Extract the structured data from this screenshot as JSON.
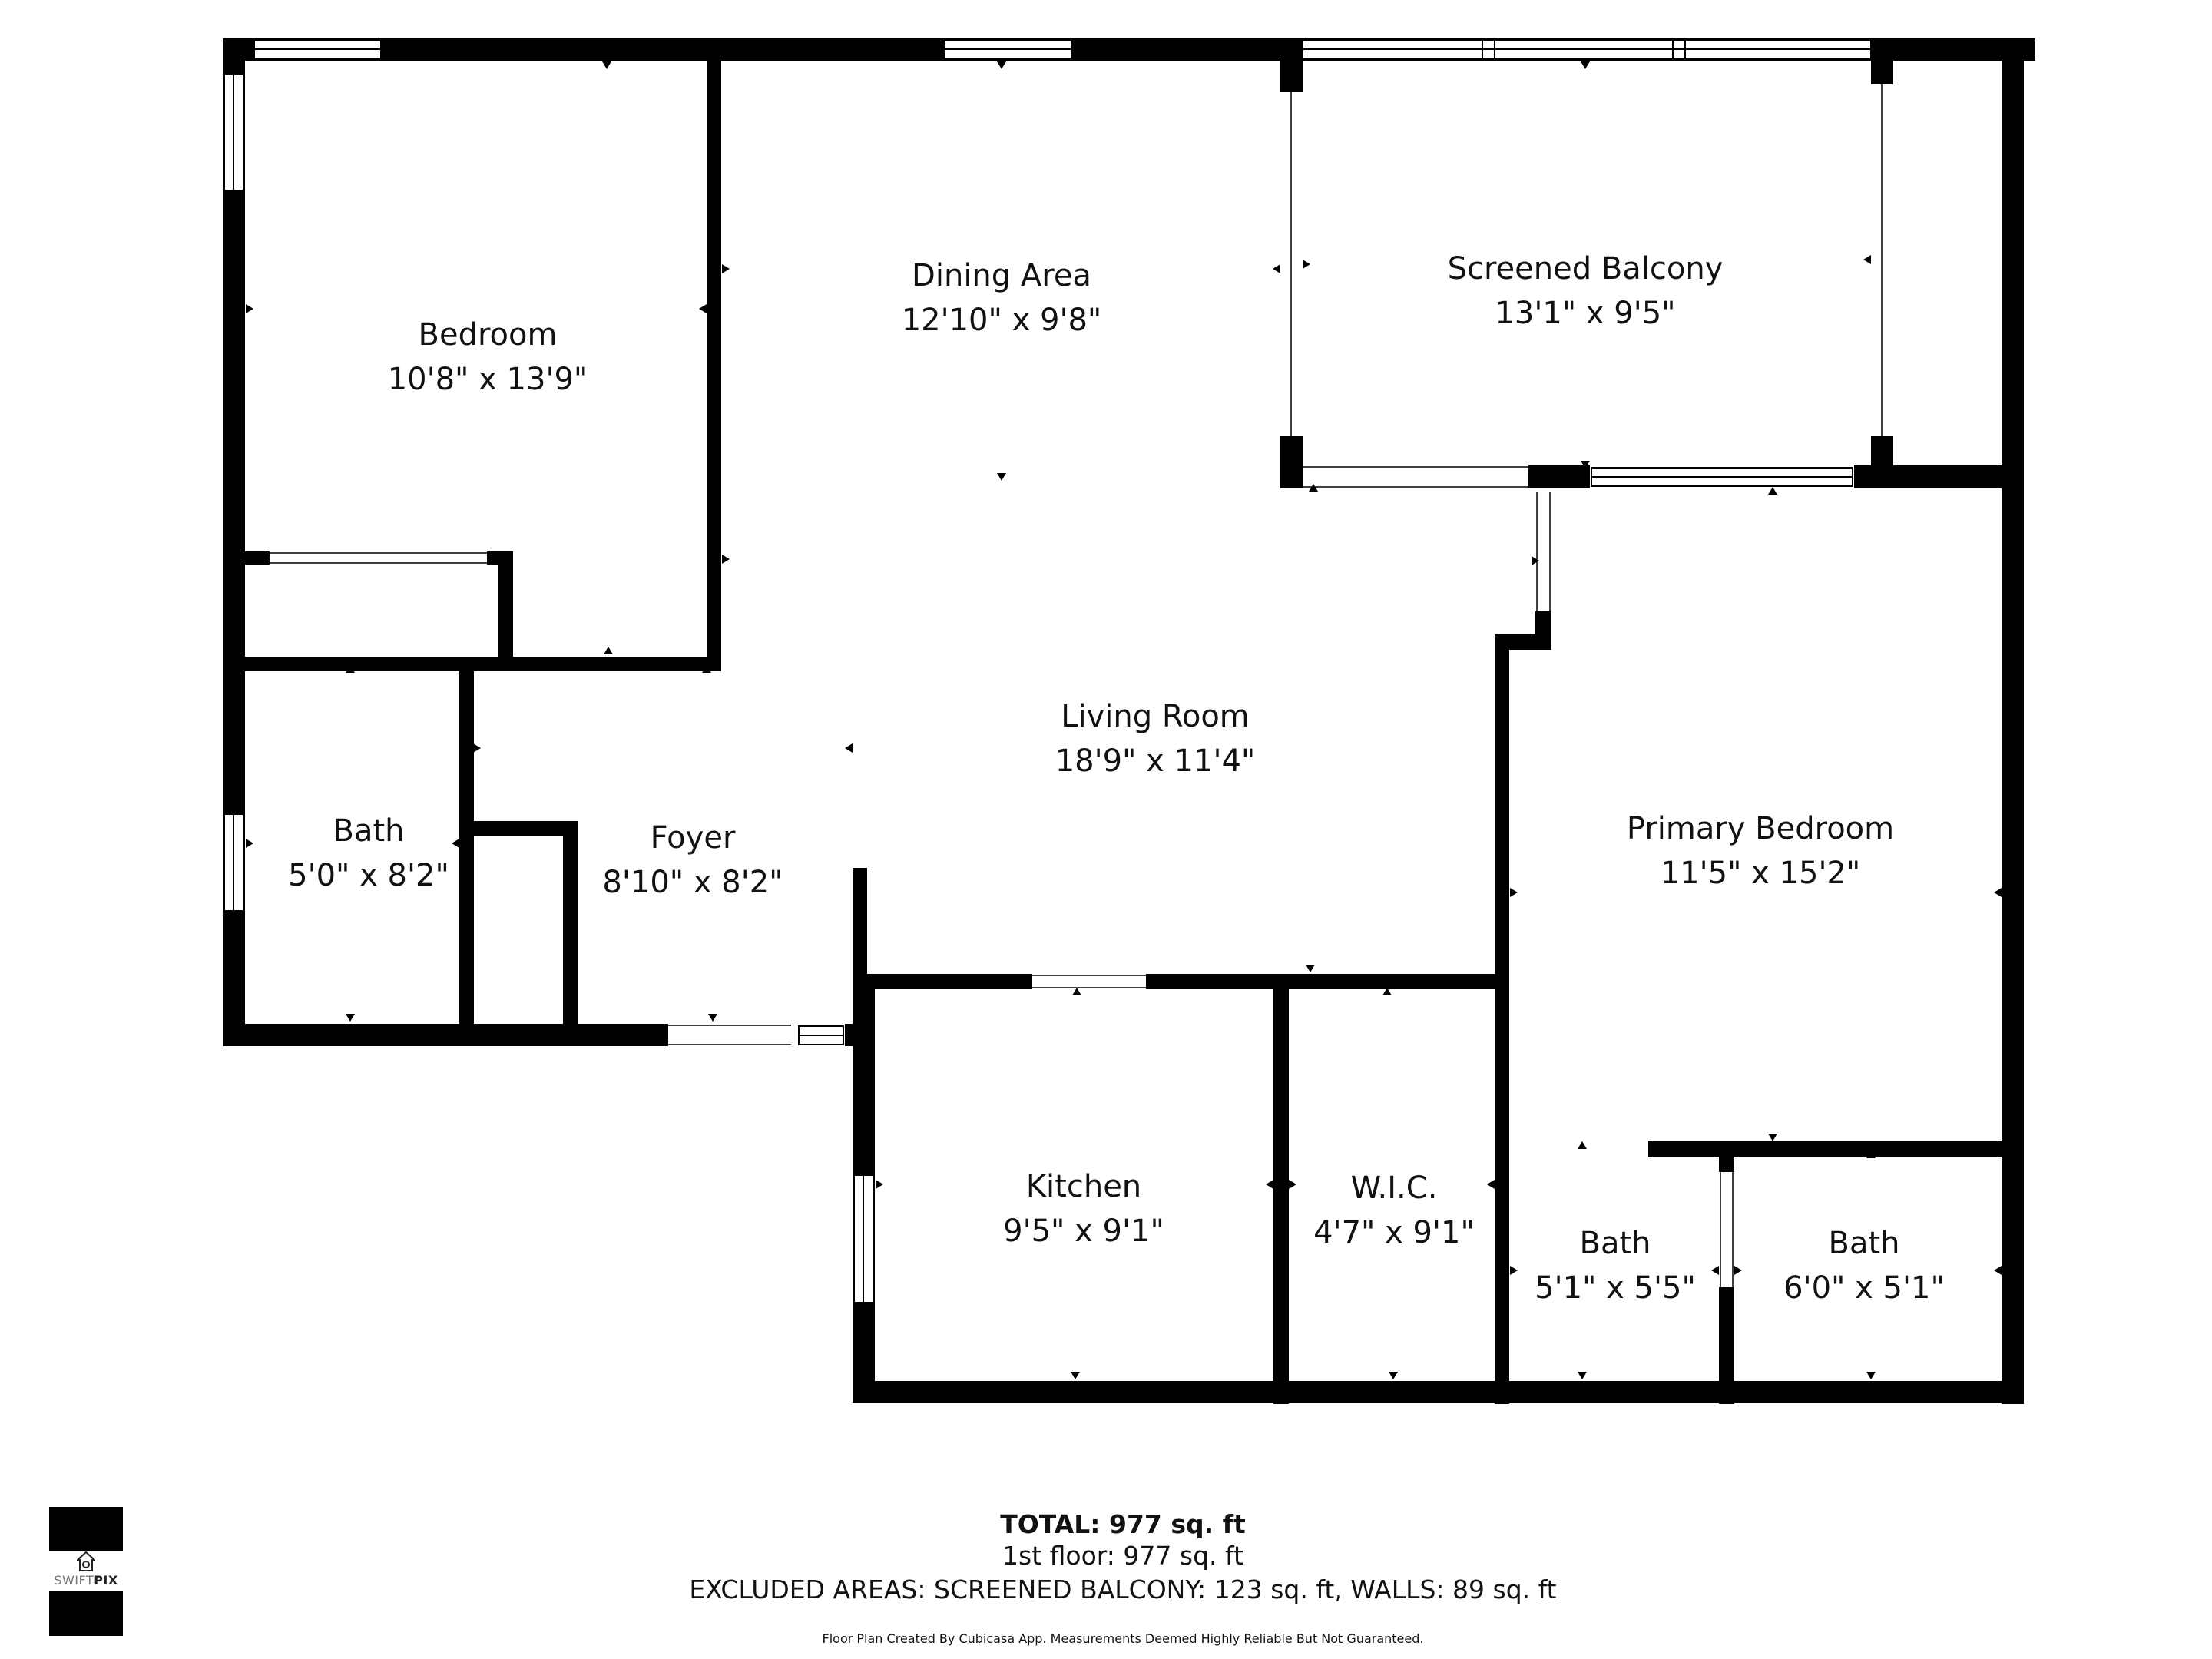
{
  "rooms": [
    {
      "name": "Bedroom",
      "size": "10'8\" x 13'9\""
    },
    {
      "name": "Dining Area",
      "size": "12'10\" x 9'8\""
    },
    {
      "name": "Screened Balcony",
      "size": "13'1\" x 9'5\""
    },
    {
      "name": "Living Room",
      "size": "18'9\" x 11'4\""
    },
    {
      "name": "Bath",
      "size": "5'0\" x 8'2\""
    },
    {
      "name": "Foyer",
      "size": "8'10\" x 8'2\""
    },
    {
      "name": "Primary Bedroom",
      "size": "11'5\" x 15'2\""
    },
    {
      "name": "Kitchen",
      "size": "9'5\" x 9'1\""
    },
    {
      "name": "W.I.C.",
      "size": "4'7\" x 9'1\""
    },
    {
      "name": "Bath",
      "size": "5'1\" x 5'5\""
    },
    {
      "name": "Bath",
      "size": "6'0\" x 5'1\""
    }
  ],
  "summary": {
    "total": "TOTAL: 977 sq. ft",
    "floor": "1st floor: 977 sq. ft",
    "excluded": "EXCLUDED AREAS: SCREENED BALCONY: 123 sq. ft, WALLS: 89 sq. ft",
    "disclaimer": "Floor Plan Created By Cubicasa App. Measurements Deemed Highly Reliable But Not Guaranteed."
  },
  "logo": {
    "brand_light": "SWIFT",
    "brand_bold": "PIX",
    "icon": "house-camera-icon"
  },
  "colors": {
    "wall": "#000000",
    "window": "#ffffff",
    "background": "#ffffff"
  }
}
